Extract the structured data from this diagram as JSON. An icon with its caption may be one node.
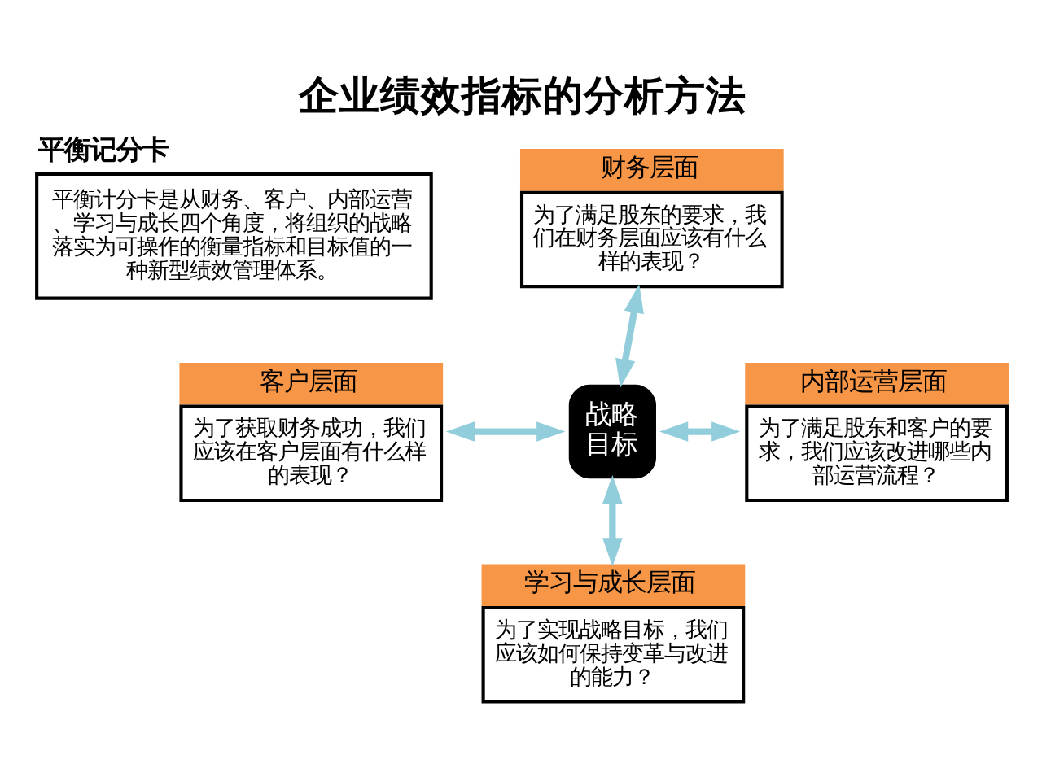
{
  "diagram": {
    "title": "企业绩效指标的分析方法",
    "nodes": [
      {
        "text": [
          "平衡记分卡",
          "平衡计分卡是从财务、客户、内部运营、学习与成长四个角度，将组织的战略落实为可操作的衡量指标和目标值的一种新型绩效管理体系。"
        ]
      },
      {
        "text": [
          "财务层面",
          "为了满足股东的要求，我们在财务层面应该有什么样的表现？"
        ]
      },
      {
        "text": [
          "客户层面",
          "为了获取财务成功，我们应该在客户层面有什么样的表现？"
        ]
      },
      {
        "text": [
          "战略目标"
        ]
      },
      {
        "text": [
          "内部运营层面",
          "为了满足股东和客户的要求，我们应该改进哪些内部运营流程？"
        ]
      },
      {
        "text": [
          "学习与成长层面",
          "为了实现战略目标，我们应该如何保持变革与改进的能力？"
        ]
      }
    ],
    "edges": [
      {
        "from": 3,
        "to": 1,
        "arrow": "both"
      },
      {
        "from": 2,
        "to": 3,
        "arrow": "both"
      },
      {
        "from": 3,
        "to": 4,
        "arrow": "both"
      },
      {
        "from": 3,
        "to": 5,
        "arrow": "both"
      }
    ]
  }
}
